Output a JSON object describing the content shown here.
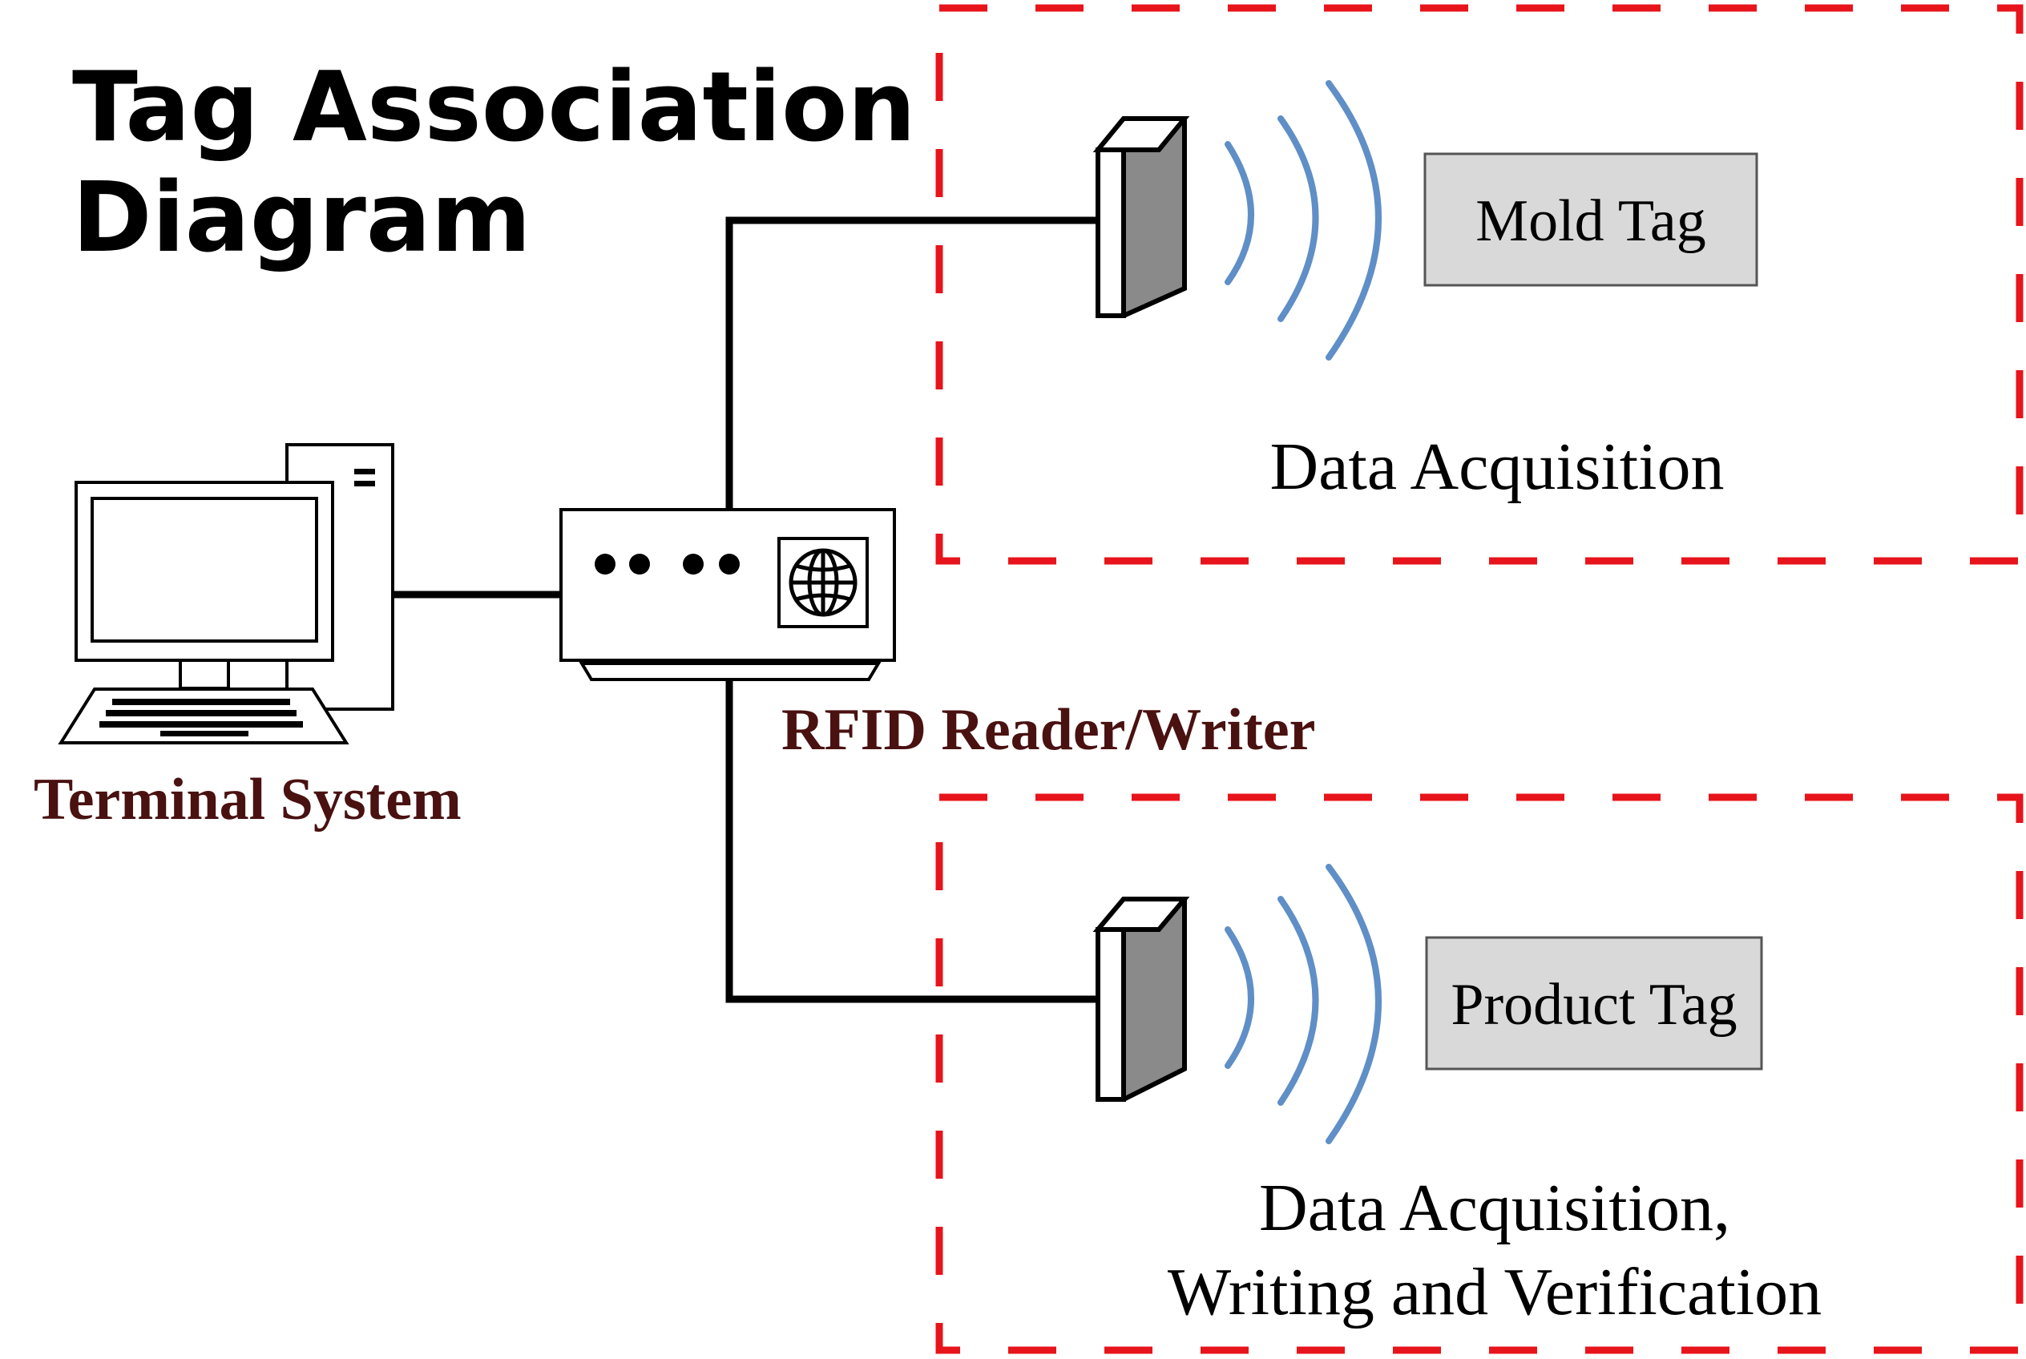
{
  "title": {
    "line1": "Tag Association",
    "line2": "Diagram"
  },
  "nodes": {
    "terminal": {
      "label": "Terminal System",
      "icon": "desktop-computer-icon"
    },
    "reader": {
      "label": "RFID Reader/Writer",
      "icon": "router-globe-icon"
    }
  },
  "zones": {
    "top": {
      "tag_label": "Mold Tag",
      "caption": "Data Acquisition",
      "icon": "antenna-panel-icon"
    },
    "bottom": {
      "tag_label": "Product Tag",
      "caption_line1": "Data Acquisition,",
      "caption_line2": "Writing and Verification",
      "icon": "antenna-panel-icon"
    }
  },
  "colors": {
    "zone_border": "#e8141b",
    "signal_waves": "#5f8fc6",
    "label_maroon": "#4a1111",
    "tag_box_fill": "#d9d9d9"
  }
}
